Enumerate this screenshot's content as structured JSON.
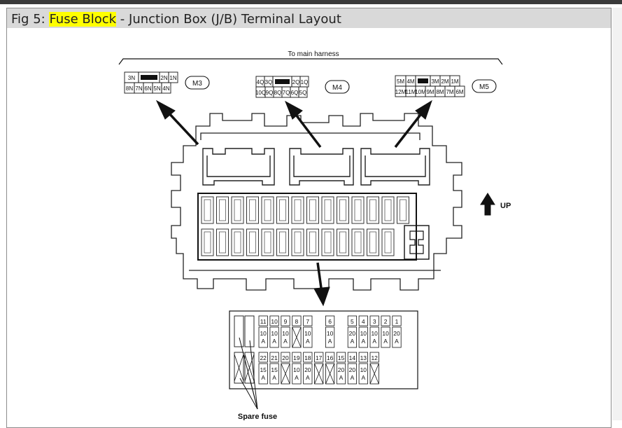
{
  "caption": {
    "prefix": "Fig 5: ",
    "highlight": "Fuse Block",
    "suffix": " - Junction Box (J/B) Terminal Layout",
    "highlight_color": "#ffff00"
  },
  "diagram": {
    "harness_label": "To main harness",
    "up_label": "UP",
    "spare_label": "Spare fuse",
    "connectors": [
      {
        "name": "M3",
        "top": [
          "3N",
          "",
          "2N",
          "1N"
        ],
        "bottom": [
          "8N",
          "7N",
          "6N",
          "5N",
          "4N"
        ]
      },
      {
        "name": "M4",
        "top": [
          "4Q",
          "3Q",
          "",
          "2Q",
          "1Q"
        ],
        "bottom": [
          "10Q",
          "9Q",
          "8Q",
          "7Q",
          "6Q",
          "5Q"
        ]
      },
      {
        "name": "M5",
        "top": [
          "5M",
          "4M",
          "",
          "3M",
          "2M",
          "1M"
        ],
        "bottom": [
          "12M",
          "11M",
          "10M",
          "9M",
          "8M",
          "7M",
          "6M"
        ]
      }
    ],
    "fuse_top_numbers": [
      "11",
      "10",
      "9",
      "8",
      "7",
      "",
      "6",
      "",
      "5",
      "4",
      "3",
      "2",
      "1"
    ],
    "fuse_top_ratings": [
      "10",
      "10",
      "10",
      "",
      "10",
      "",
      "10",
      "",
      "20",
      "10",
      "10",
      "10",
      "20"
    ],
    "fuse_bottom_numbers": [
      "22",
      "21",
      "20",
      "19",
      "18",
      "17",
      "16",
      "15",
      "14",
      "13",
      "12"
    ],
    "fuse_bottom_ratings": [
      "15",
      "15",
      "",
      "10",
      "20",
      "",
      "",
      "20",
      "20",
      "10",
      ""
    ],
    "amp_unit": "A"
  }
}
